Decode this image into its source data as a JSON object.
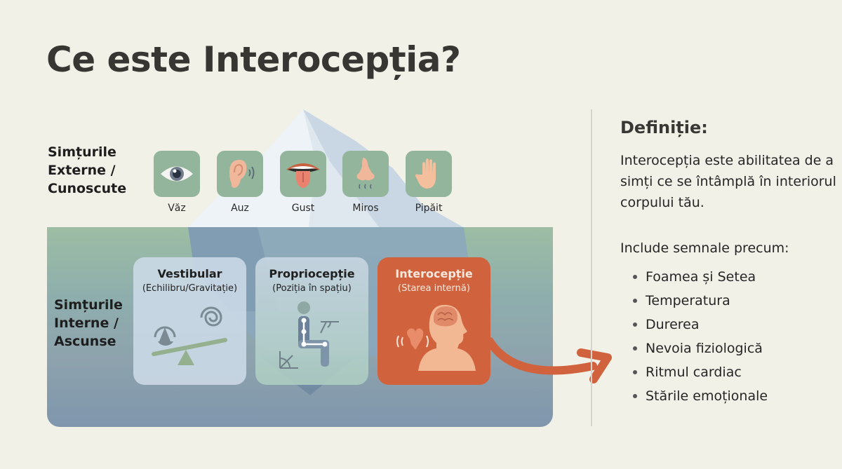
{
  "title": "Ce este Interocepția?",
  "external_group": {
    "label_lines": [
      "Simțurile",
      "Externe /",
      "Cunoscute"
    ],
    "senses": [
      {
        "label": "Văz",
        "icon": "eye-icon"
      },
      {
        "label": "Auz",
        "icon": "ear-icon"
      },
      {
        "label": "Gust",
        "icon": "mouth-tongue-icon"
      },
      {
        "label": "Miros",
        "icon": "nose-icon"
      },
      {
        "label": "Pipăit",
        "icon": "hand-icon"
      }
    ]
  },
  "internal_group": {
    "label_lines": [
      "Simțurile",
      "Interne /",
      "Ascunse"
    ],
    "cards": [
      {
        "title": "Vestibular",
        "subtitle": "(Echilibru/Gravitație)",
        "icon": "balance-spiral-icon"
      },
      {
        "title": "Propriocepție",
        "subtitle": "(Poziția în spațiu)",
        "icon": "seated-body-joints-icon"
      },
      {
        "title": "Interocepție",
        "subtitle": "(Starea internă)",
        "icon": "heart-brain-head-icon"
      }
    ]
  },
  "definition": {
    "heading": "Definiție:",
    "text": "Interocepția este abilitatea de a simți ce se întâmplă în interiorul corpului tău.",
    "includes_label": "Include semnale precum:",
    "signals": [
      "Foamea și Setea",
      "Temperatura",
      "Durerea",
      "Nevoia fiziologică",
      "Ritmul cardiac",
      "Stările emoționale"
    ]
  },
  "colors": {
    "background": "#f2f1e8",
    "sense_box": "#93b59b",
    "accent_orange": "#d0633e",
    "water_top": "#9dbda4",
    "water_bottom": "#7f96ad"
  }
}
